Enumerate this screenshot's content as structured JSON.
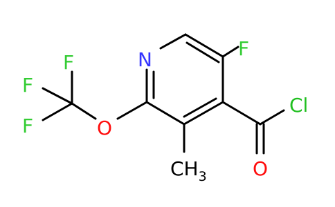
{
  "molecule": {
    "atoms": {
      "F_ring": "F",
      "N_ring": "N",
      "Cl_acyl": "Cl",
      "O_carbonyl": "O",
      "O_ether": "O",
      "F_cf3_top": "F",
      "F_cf3_left": "F",
      "F_cf3_bottom": "F",
      "methyl_C": "CH",
      "methyl_sub": "3"
    }
  },
  "colors": {
    "bond": "#000000",
    "carbon": "#000000",
    "nitrogen": "#3333ff",
    "oxygen": "#ff0d0d",
    "fluorine": "#33cc33",
    "chlorine": "#1fbf1f"
  }
}
